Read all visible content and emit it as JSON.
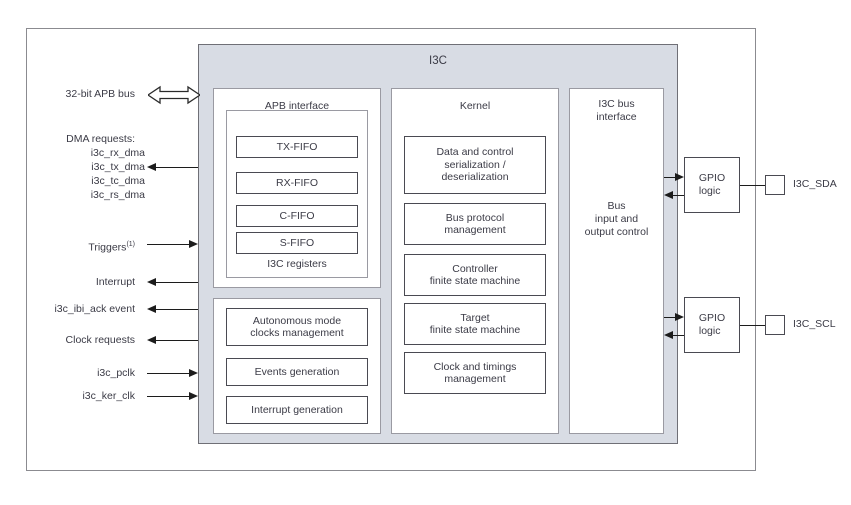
{
  "diagram": {
    "title": "I3C",
    "outer_label": ""
  },
  "signals_left": [
    {
      "name": "apb-bus",
      "label": "32-bit APB bus",
      "direction": "bidirectional"
    },
    {
      "name": "dma-heading",
      "label": "DMA requests:",
      "direction": "none"
    },
    {
      "name": "dma-rx",
      "label": "i3c_rx_dma",
      "direction": "out"
    },
    {
      "name": "dma-tx",
      "label": "i3c_tx_dma",
      "direction": "out"
    },
    {
      "name": "dma-tc",
      "label": "i3c_tc_dma",
      "direction": "out"
    },
    {
      "name": "dma-rs",
      "label": "i3c_rs_dma",
      "direction": "out"
    },
    {
      "name": "triggers",
      "label": "Triggers",
      "superscript": "(1)",
      "direction": "in"
    },
    {
      "name": "interrupt",
      "label": "Interrupt",
      "direction": "out"
    },
    {
      "name": "ibi-ack",
      "label": "i3c_ibi_ack event",
      "direction": "out"
    },
    {
      "name": "clock-req",
      "label": "Clock requests",
      "direction": "out"
    },
    {
      "name": "pclk",
      "label": "i3c_pclk",
      "direction": "in"
    },
    {
      "name": "ker-clk",
      "label": "i3c_ker_clk",
      "direction": "in"
    }
  ],
  "apb_interface": {
    "title": "APB interface",
    "registers_label": "I3C registers",
    "fifos": [
      {
        "label": "TX-FIFO"
      },
      {
        "label": "RX-FIFO"
      },
      {
        "label": "C-FIFO"
      },
      {
        "label": "S-FIFO"
      }
    ]
  },
  "lower_left_blocks": [
    {
      "label": "Autonomous mode\nclocks management"
    },
    {
      "label": "Events generation"
    },
    {
      "label": "Interrupt generation"
    }
  ],
  "kernel": {
    "title": "Kernel",
    "blocks": [
      {
        "label": "Data and control\nserialization /\ndeserialization"
      },
      {
        "label": "Bus protocol\nmanagement"
      },
      {
        "label": "Controller\nfinite state machine"
      },
      {
        "label": "Target\nfinite state machine"
      },
      {
        "label": "Clock and timings\nmanagement"
      }
    ]
  },
  "bus_interface": {
    "title": "I3C bus\ninterface",
    "body": "Bus\ninput and\noutput control"
  },
  "gpio": [
    {
      "name": "gpio-sda",
      "label": "GPIO\nlogic",
      "pin": "I3C_SDA"
    },
    {
      "name": "gpio-scl",
      "label": "GPIO\nlogic",
      "pin": "I3C_SCL"
    }
  ],
  "colors": {
    "container_fill": "#d8dce4",
    "container_border": "#6f6f76",
    "block_border": "#4a4a52",
    "panel_border": "#9a9aa2",
    "text": "#3b3b46",
    "line": "#1c1c1c"
  }
}
